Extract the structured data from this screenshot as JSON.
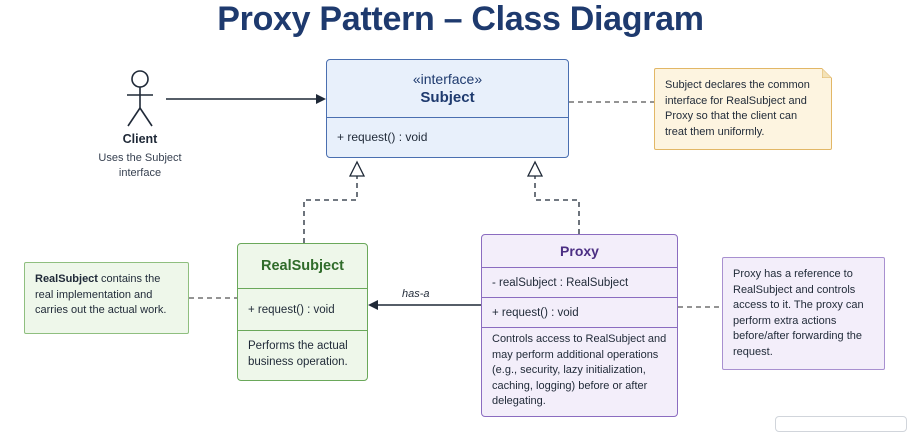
{
  "title": "Proxy Pattern – Class Diagram",
  "client": {
    "label": "Client",
    "description": "Uses the Subject interface"
  },
  "subject": {
    "stereotype": "«interface»",
    "name": "Subject",
    "operation": "+ request() : void"
  },
  "real_subject": {
    "name": "RealSubject",
    "operation": "+ request() : void",
    "description": "Performs the actual business operation."
  },
  "proxy": {
    "name": "Proxy",
    "attribute": "- realSubject : RealSubject",
    "operation": "+ request() : void",
    "description": "Controls access to RealSubject and may perform additional operations (e.g., security, lazy initialization, caching, logging) before or after delegating."
  },
  "association_label": "has-a",
  "notes": {
    "subject": "Subject declares the common interface for RealSubject and Proxy so that the client can treat them uniformly.",
    "real_subject_bold": "RealSubject",
    "real_subject_rest": " contains the real implementation and carries out the actual work.",
    "proxy": "Proxy has a reference to RealSubject and controls access to it. The proxy can perform extra actions before/after forwarding the request."
  },
  "colors": {
    "title": "#1e3a6e",
    "subject_fill": "#e8f0fb",
    "subject_border": "#4a6fb0",
    "real_fill": "#eef7ea",
    "real_border": "#6aa85a",
    "proxy_fill": "#f3eefa",
    "proxy_border": "#8b6cc0",
    "note_yellow_fill": "#fdf4e0",
    "note_yellow_border": "#e2b766"
  }
}
